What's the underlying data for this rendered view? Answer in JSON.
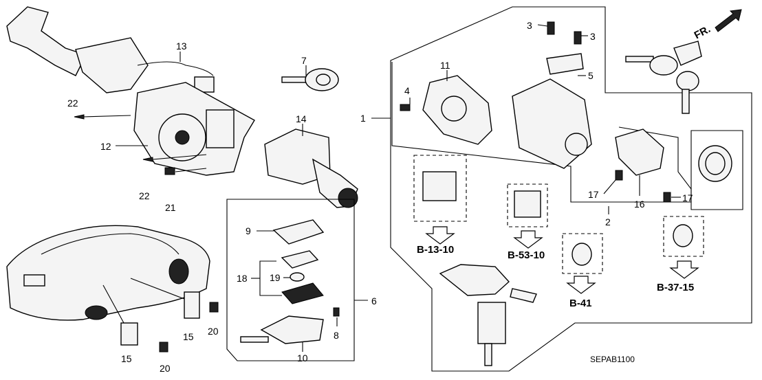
{
  "diagram": {
    "code": "SEPAB1100",
    "direction_label": "FR.",
    "callouts": {
      "c1": "1",
      "c2": "2",
      "c3a": "3",
      "c3b": "3",
      "c4": "4",
      "c5": "5",
      "c6": "6",
      "c7": "7",
      "c8": "8",
      "c9": "9",
      "c10": "10",
      "c11": "11",
      "c12": "12",
      "c13": "13",
      "c14": "14",
      "c15a": "15",
      "c15b": "15",
      "c16": "16",
      "c17a": "17",
      "c17b": "17",
      "c18": "18",
      "c19": "19",
      "c20a": "20",
      "c20b": "20",
      "c21": "21",
      "c22a": "22",
      "c22b": "22"
    },
    "references": {
      "b13": "B-13-10",
      "b53": "B-53-10",
      "b41": "B-41",
      "b37": "B-37-15"
    }
  }
}
